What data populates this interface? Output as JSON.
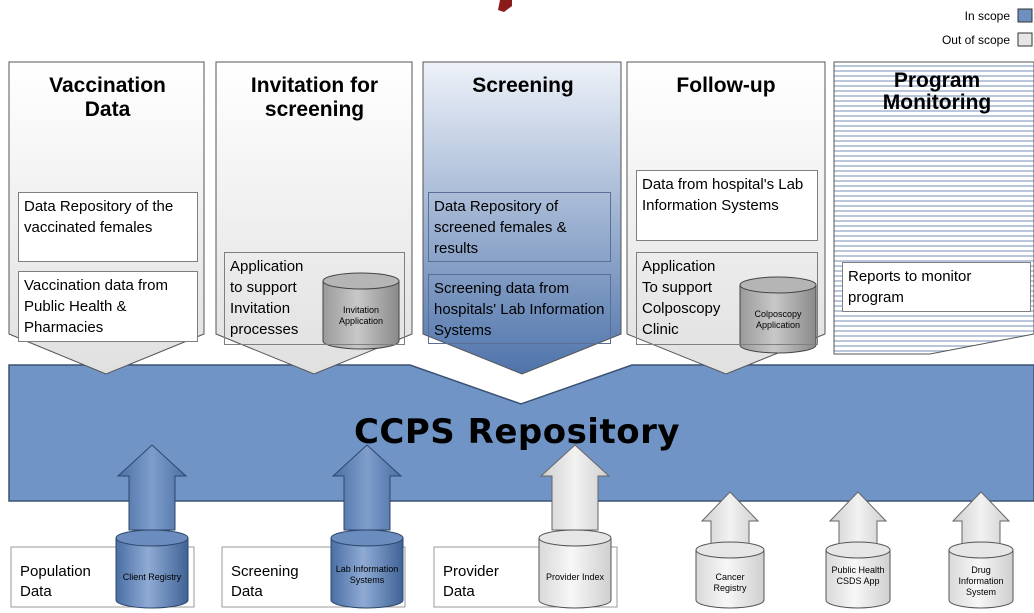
{
  "legend": {
    "in_scope_label": "In scope",
    "out_of_scope_label": "Out of scope",
    "in_scope_color": "#6f8fbf",
    "out_of_scope_color": "#e6e6e6"
  },
  "columns": [
    {
      "title": "Vaccination Data",
      "scope": "out",
      "boxes": [
        "Data Repository of the vaccinated females",
        "Vaccination data from Public Health & Pharmacies"
      ]
    },
    {
      "title": "Invitation for screening",
      "scope": "out",
      "boxes": [
        "Application to support Invitation processes"
      ],
      "cylinder": "Invitation Application"
    },
    {
      "title": "Screening",
      "scope": "in",
      "boxes": [
        "Data Repository of screened females & results",
        "Screening data from hospitals' Lab Information Systems"
      ]
    },
    {
      "title": "Follow-up",
      "scope": "out",
      "boxes": [
        "Data from hospital's Lab Information Systems",
        "Application To support Colposcopy Clinic"
      ],
      "cylinder": "Colposcopy Application"
    },
    {
      "title": "Program Monitoring",
      "scope": "partial",
      "boxes": [
        "Reports to monitor program"
      ]
    }
  ],
  "repository": {
    "title": "CCPS Repository",
    "color": "#7094c6"
  },
  "sources": [
    {
      "label": "Population Data",
      "cylinder": "Client Registry",
      "scope": "in"
    },
    {
      "label": "Screening Data",
      "cylinder": "Lab Information Systems",
      "scope": "in"
    },
    {
      "label": "Provider Data",
      "cylinder": "Provider Index",
      "scope": "out"
    },
    {
      "cylinder": "Cancer Registry",
      "scope": "out"
    },
    {
      "cylinder": "Public Health CSDS App",
      "scope": "out"
    },
    {
      "cylinder": "Drug Information System",
      "scope": "out"
    }
  ]
}
